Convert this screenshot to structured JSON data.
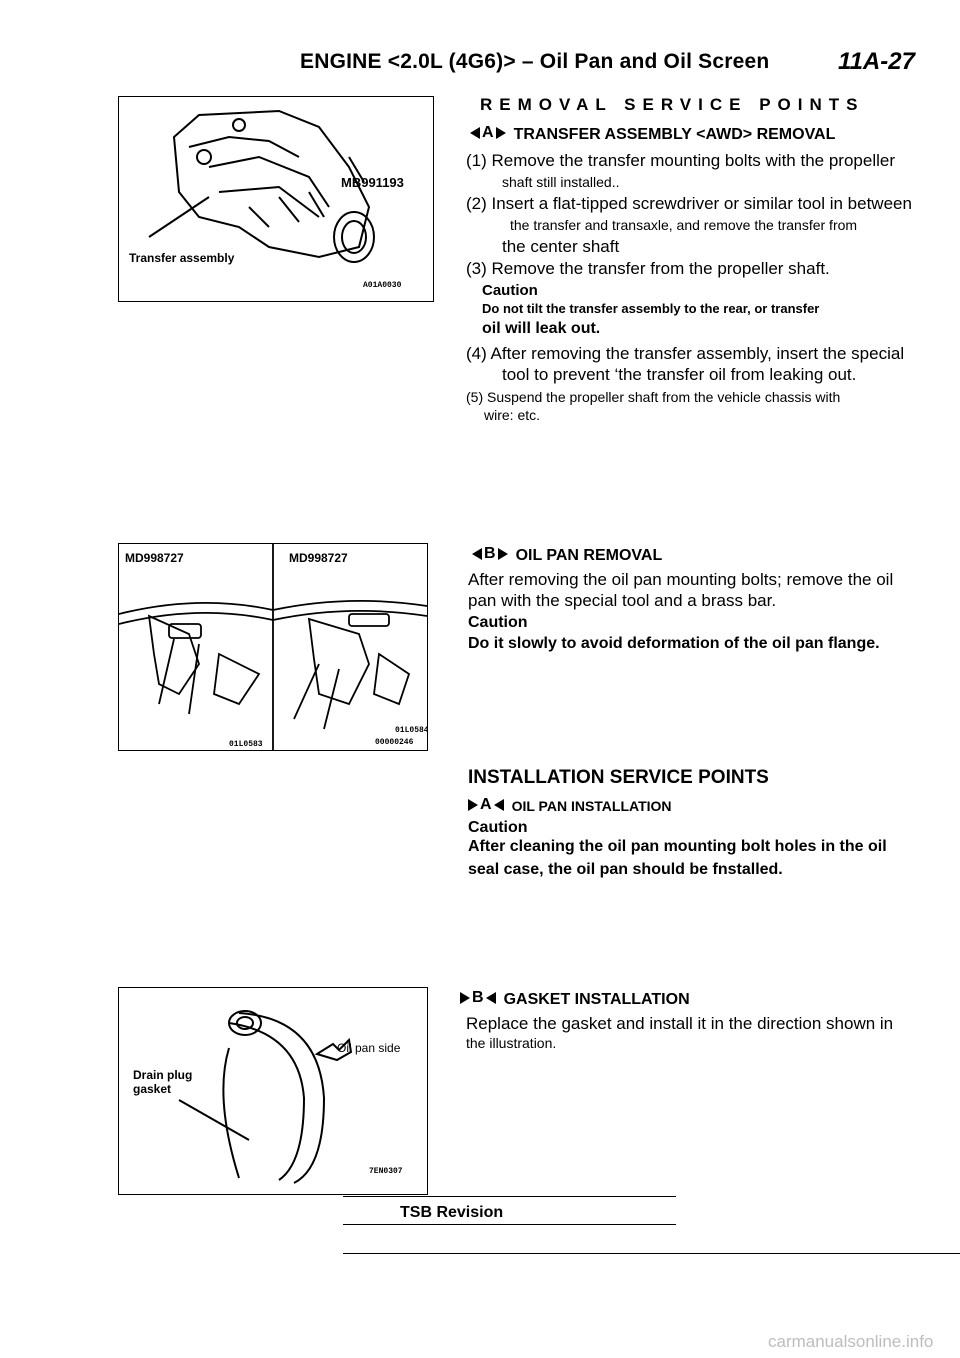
{
  "header": {
    "title": "ENGINE <2.0L (4G6)> – Oil Pan and Oil Screen",
    "page": "11A-27"
  },
  "figures": {
    "transfer": {
      "part_number": "MB991193",
      "label": "Transfer assembly",
      "code": "A01A0030"
    },
    "oil_pan": {
      "tool_left": "MD998727",
      "tool_right": "MD998727",
      "code_left": "01L0583",
      "code_right_1": "01L0584",
      "code_right_2": "00000246"
    },
    "gasket": {
      "label_side": "Oil pan side",
      "label_part": "Drain plug gasket",
      "code": "7EN0307"
    }
  },
  "removal": {
    "heading": "REMOVAL SERVICE POINTS",
    "a": {
      "marker": "A",
      "title": "TRANSFER ASSEMBLY <AWD> REMOVAL",
      "step1_a": "(1) Remove the transfer mounting bolts with the propeller",
      "step1_b": "shaft still installed..",
      "step2_a": "(2) Insert a flat-tipped screwdriver or similar tool in between",
      "step2_b": "the transfer and transaxle, and remove the transfer from",
      "step2_c": "the center shaft",
      "step3": "(3) Remove the transfer from the propeller shaft.",
      "caution_label": "Caution",
      "caution_1": "Do not tilt the transfer assembly to the rear, or transfer",
      "caution_2": "oil will leak out.",
      "step4_a": "(4) After removing the transfer assembly, insert the special",
      "step4_b": "tool to prevent ‘the transfer oil from leaking out.",
      "step5_a": "(5) Suspend the propeller shaft from the vehicle chassis with",
      "step5_b": "wire: etc."
    },
    "b": {
      "marker": "B",
      "title": "OIL PAN REMOVAL",
      "body_1": "After removing the oil pan mounting bolts; remove the oil",
      "body_2": "pan with the special tool and a brass bar.",
      "caution_label": "Caution",
      "caution_1": "Do it slowly to avoid deformation of the oil pan flange."
    }
  },
  "installation": {
    "heading": "INSTALLATION SERVICE POINTS",
    "a": {
      "marker": "A",
      "title": "OIL PAN INSTALLATION",
      "caution_label": "Caution",
      "caution_1": "After cleaning the oil pan mounting bolt holes in the oil",
      "caution_2": "seal case, the oil pan should be fnstalled."
    },
    "b": {
      "marker": "B",
      "title": "GASKET INSTALLATION",
      "body_1": "Replace the gasket and install it in the direction shown in",
      "body_2": "the illustration."
    }
  },
  "footer": {
    "label": "TSB Revision"
  },
  "watermark": "carmanualsonline.info"
}
